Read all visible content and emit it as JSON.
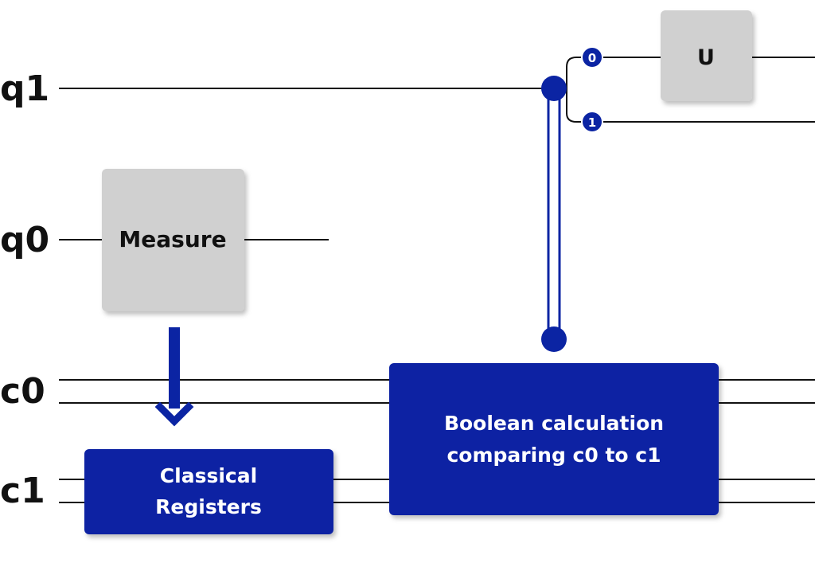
{
  "colors": {
    "accent": "#0b24a3",
    "gate_gray": "#d0d0d0",
    "wire": "#111111",
    "text_dark": "#111111",
    "text_light": "#ffffff"
  },
  "wires": {
    "q1": "q1",
    "q0": "q0",
    "c0": "c0",
    "c1": "c1"
  },
  "gates": {
    "measure": "Measure",
    "u": "U"
  },
  "boxes": {
    "classical_line1": "Classical",
    "classical_line2": "Registers",
    "boolean_line1": "Boolean calculation",
    "boolean_line2": "comparing c0 to c1"
  },
  "branches": {
    "zero": "0",
    "one": "1"
  }
}
